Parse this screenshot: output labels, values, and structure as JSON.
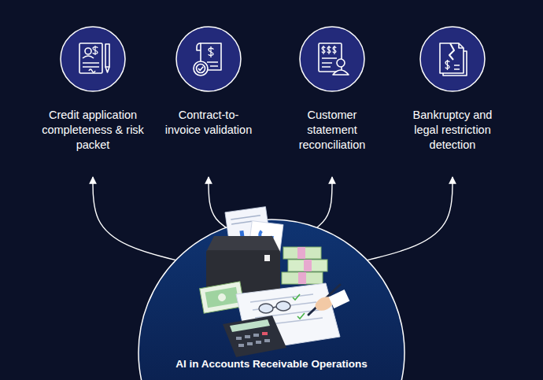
{
  "diagram": {
    "nodes": [
      {
        "text": [
          "Credit application completeness & risk packet"
        ]
      },
      {
        "text": [
          "Contract-to-invoice validation"
        ]
      },
      {
        "text": [
          "Customer statement reconciliation"
        ]
      },
      {
        "text": [
          "Bankruptcy and legal restriction detection"
        ]
      },
      {
        "text": [
          "AI in Accounts Receivable Operations"
        ]
      }
    ],
    "edges": [
      {
        "from": 4,
        "to": 0,
        "arrow": "to"
      },
      {
        "from": 4,
        "to": 1,
        "arrow": "to"
      },
      {
        "from": 4,
        "to": 2,
        "arrow": "to"
      },
      {
        "from": 4,
        "to": 3,
        "arrow": "to"
      }
    ]
  }
}
